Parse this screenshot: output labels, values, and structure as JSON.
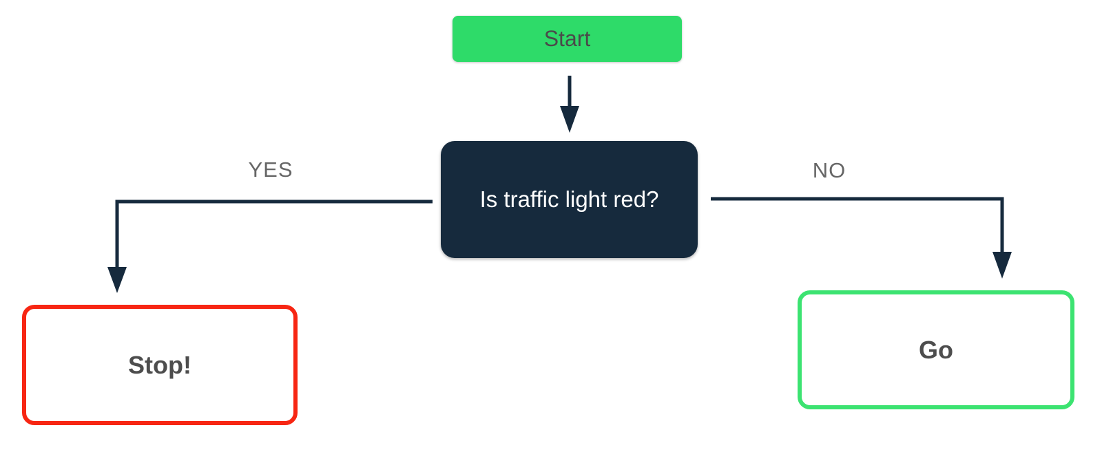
{
  "flowchart": {
    "nodes": {
      "start": {
        "label": "Start",
        "fill_color": "#2EDB69",
        "text_color": "#4A4A4A"
      },
      "decision": {
        "label": "Is traffic light red?",
        "fill_color": "#162A3D",
        "text_color": "#FFFFFF"
      },
      "stop": {
        "label": "Stop!",
        "fill_color": "#FFFFFF",
        "border_color": "#F72613",
        "text_color": "#4D4D4D"
      },
      "go": {
        "label": "Go",
        "fill_color": "#FFFFFF",
        "border_color": "#3CE371",
        "text_color": "#4D4D4D"
      }
    },
    "edges": {
      "yes": {
        "label": "YES"
      },
      "no": {
        "label": "NO"
      },
      "connector_color": "#162A3D",
      "label_color": "#666666"
    }
  }
}
